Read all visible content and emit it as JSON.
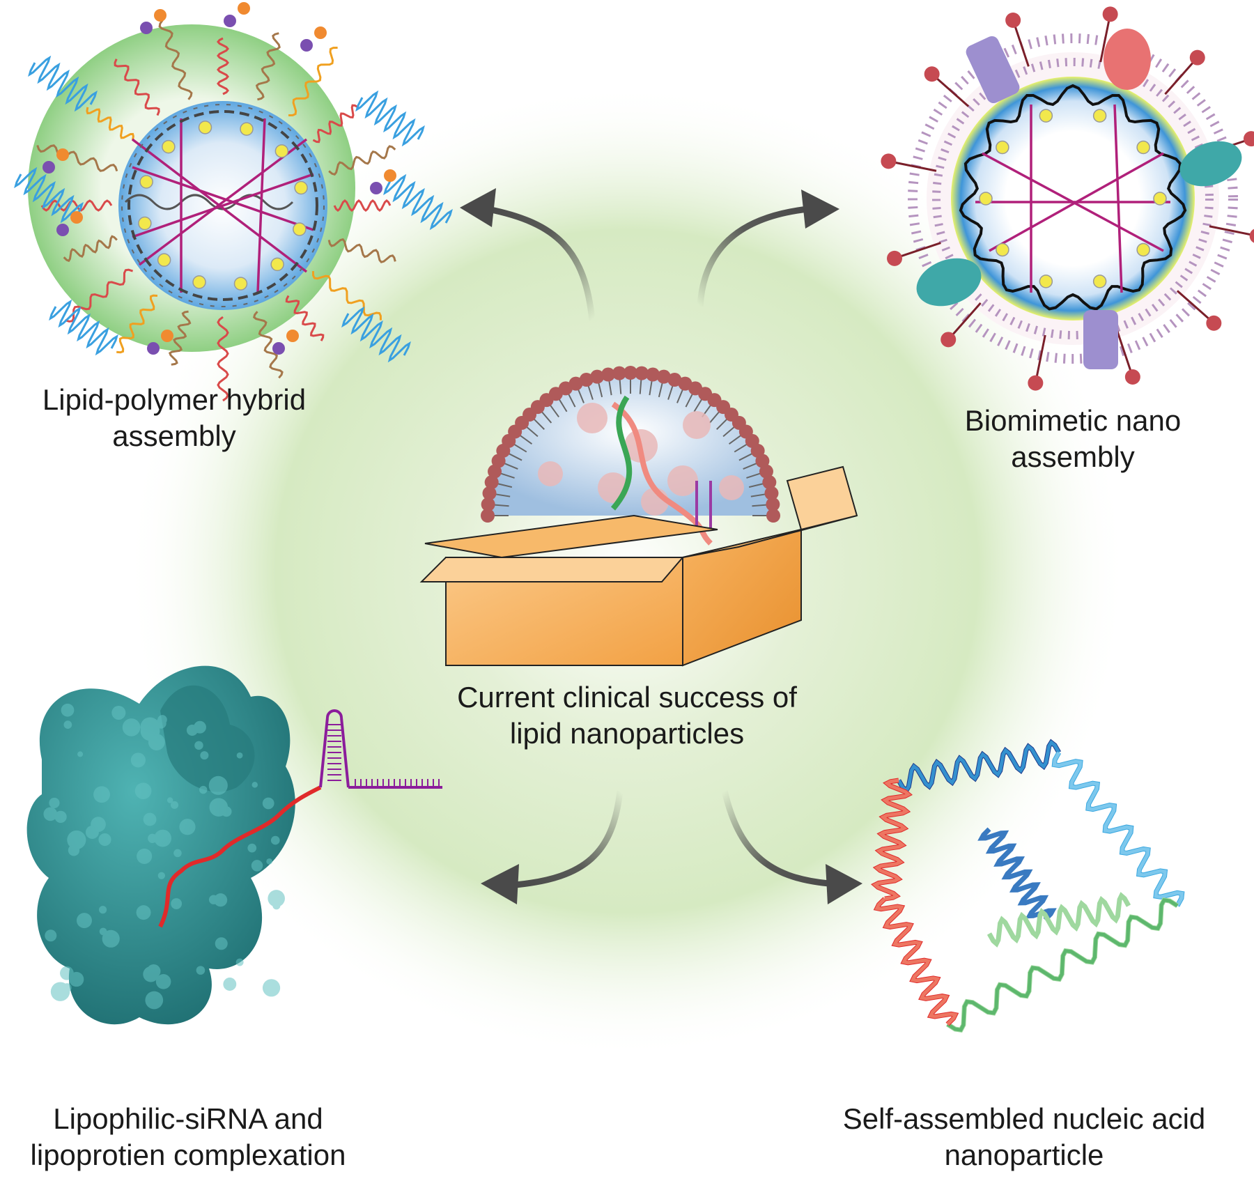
{
  "labels": {
    "top_left": [
      "Lipid-polymer hybrid",
      "assembly"
    ],
    "top_right": [
      "Biomimetic nano",
      "assembly"
    ],
    "center": [
      "Current clinical success of",
      "lipid nanoparticles"
    ],
    "bottom_left": [
      "Lipophilic-siRNA and",
      "lipoprotien complexation"
    ],
    "bottom_right": [
      "Self-assembled nucleic acid",
      "nanoparticle"
    ]
  },
  "colors": {
    "background_glow": "#cfe5b8",
    "arrow": "#4a4a4a",
    "box": "#f5a947",
    "lipid_head": "#b05a5a",
    "core": "#9fc6ea",
    "green_shell": "#9fd08f",
    "protein": "#2f8a8a",
    "rna_red": "#e02a2a",
    "rna_purple": "#8b1c9b"
  }
}
